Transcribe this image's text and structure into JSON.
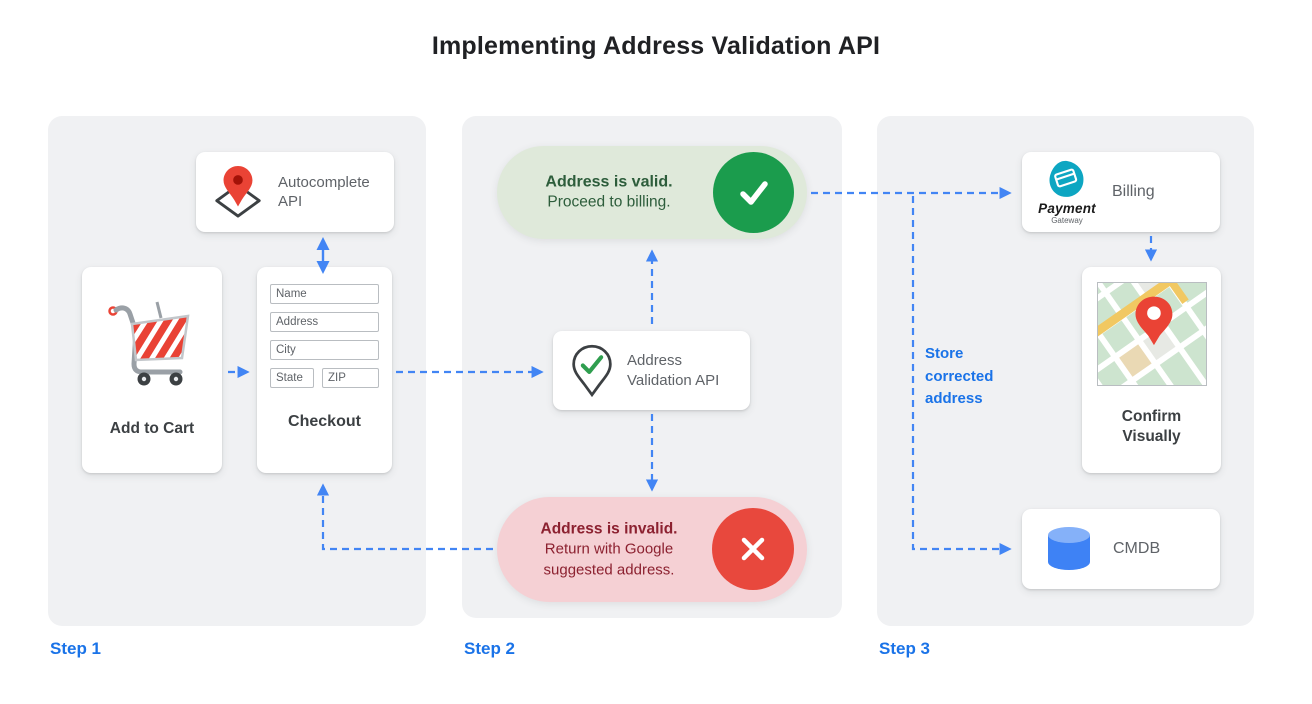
{
  "title": "Implementing Address Validation API",
  "colors": {
    "accent_blue": "#4285f4",
    "label_blue": "#1a73e8",
    "valid_green": "#1b9c4d",
    "valid_bg": "#dfe9da",
    "valid_text": "#2d5d3b",
    "invalid_red": "#e8483d",
    "invalid_bg": "#f5d0d4",
    "invalid_text": "#8c2130",
    "panel_bg": "#f0f1f3",
    "muted_text": "#5f6368"
  },
  "icons": {
    "autocomplete": "map-pin-diamond-icon",
    "add_to_cart": "shopping-cart-icon",
    "validation": "pin-check-icon",
    "valid": "check-icon",
    "invalid": "x-icon",
    "billing": "payment-gateway-logo",
    "confirm": "map-thumbnail",
    "cmdb": "database-icon"
  },
  "step1": {
    "label": "Step 1",
    "autocomplete_api": {
      "label": "Autocomplete API"
    },
    "add_to_cart": {
      "label": "Add to Cart"
    },
    "checkout": {
      "label": "Checkout",
      "field_name": "Name",
      "field_address": "Address",
      "field_city": "City",
      "field_state": "State",
      "field_zip": "ZIP"
    }
  },
  "step2": {
    "label": "Step 2",
    "valid": {
      "title": "Address is valid.",
      "subtitle": "Proceed to billing."
    },
    "validation_api": {
      "label": "Address Validation API"
    },
    "invalid": {
      "title": "Address is invalid.",
      "subtitle": "Return with Google suggested address."
    }
  },
  "step3": {
    "label": "Step 3",
    "billing": {
      "label": "Billing",
      "logo_title": "Payment",
      "logo_subtitle": "Gateway"
    },
    "confirm_visually": {
      "label": "Confirm Visually"
    },
    "cmdb": {
      "label": "CMDB"
    },
    "store_note": "Store corrected address"
  }
}
